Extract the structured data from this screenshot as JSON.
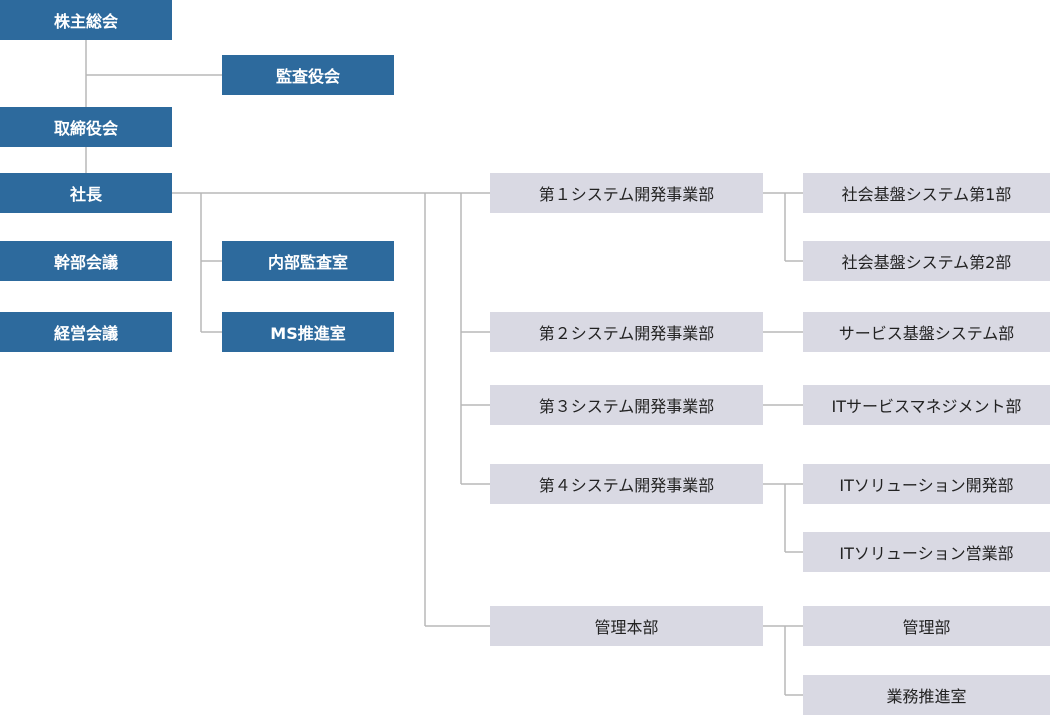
{
  "executive": {
    "shareholders_meeting": "株主総会",
    "audit_board": "監査役会",
    "board_of_directors": "取締役会",
    "president": "社長",
    "executive_committee": "幹部会議",
    "management_meeting": "経営会議",
    "internal_audit_office": "内部監査室",
    "ms_promotion_office": "MS推進室"
  },
  "divisions": {
    "sys_dev_1": "第１システム開発事業部",
    "sys_dev_2": "第２システム開発事業部",
    "sys_dev_3": "第３システム開発事業部",
    "sys_dev_4": "第４システム開発事業部",
    "admin_hq": "管理本部"
  },
  "departments": {
    "social_infra_1": "社会基盤システム第1部",
    "social_infra_2": "社会基盤システム第2部",
    "service_infra": "サービス基盤システム部",
    "it_service_mgmt": "ITサービスマネジメント部",
    "it_solution_dev": "ITソリューション開発部",
    "it_solution_sales": "ITソリューション営業部",
    "administration": "管理部",
    "business_promotion": "業務推進室"
  },
  "colors": {
    "executive_box": "#2d6a9d",
    "department_box": "#d9d9e3",
    "connector": "#b8b8b8"
  }
}
